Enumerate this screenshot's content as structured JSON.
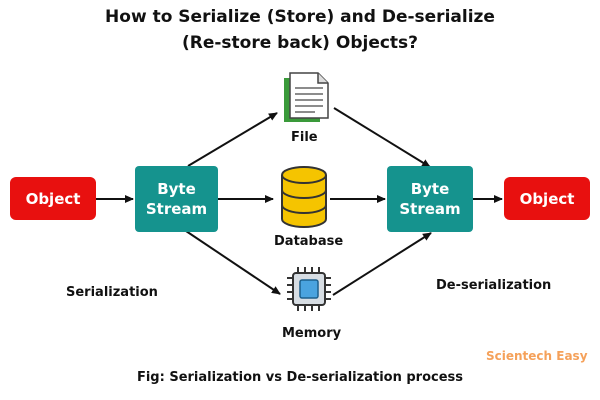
{
  "title": {
    "line1": "How to Serialize (Store) and De-serialize",
    "line2": "(Re-store back) Objects?"
  },
  "nodes": {
    "object_left": "Object",
    "byte_stream_left": [
      "Byte",
      "Stream"
    ],
    "byte_stream_right": [
      "Byte",
      "Stream"
    ],
    "object_right": "Object"
  },
  "storage": {
    "file": "File",
    "database": "Database",
    "memory": "Memory"
  },
  "labels": {
    "serialization": "Serialization",
    "deserialization": "De-serialization"
  },
  "brand": "Scientech Easy",
  "caption": "Fig: Serialization vs De-serialization process",
  "colors": {
    "object_box": "#e8100f",
    "byte_stream_box": "#15938e",
    "arrow": "#111111",
    "brand_text": "#f5a15a",
    "database": "#f5c400",
    "file_accent": "#3a9a3a",
    "chip": "#4aa3df"
  },
  "icons": [
    "file-icon",
    "database-icon",
    "memory-chip-icon"
  ]
}
